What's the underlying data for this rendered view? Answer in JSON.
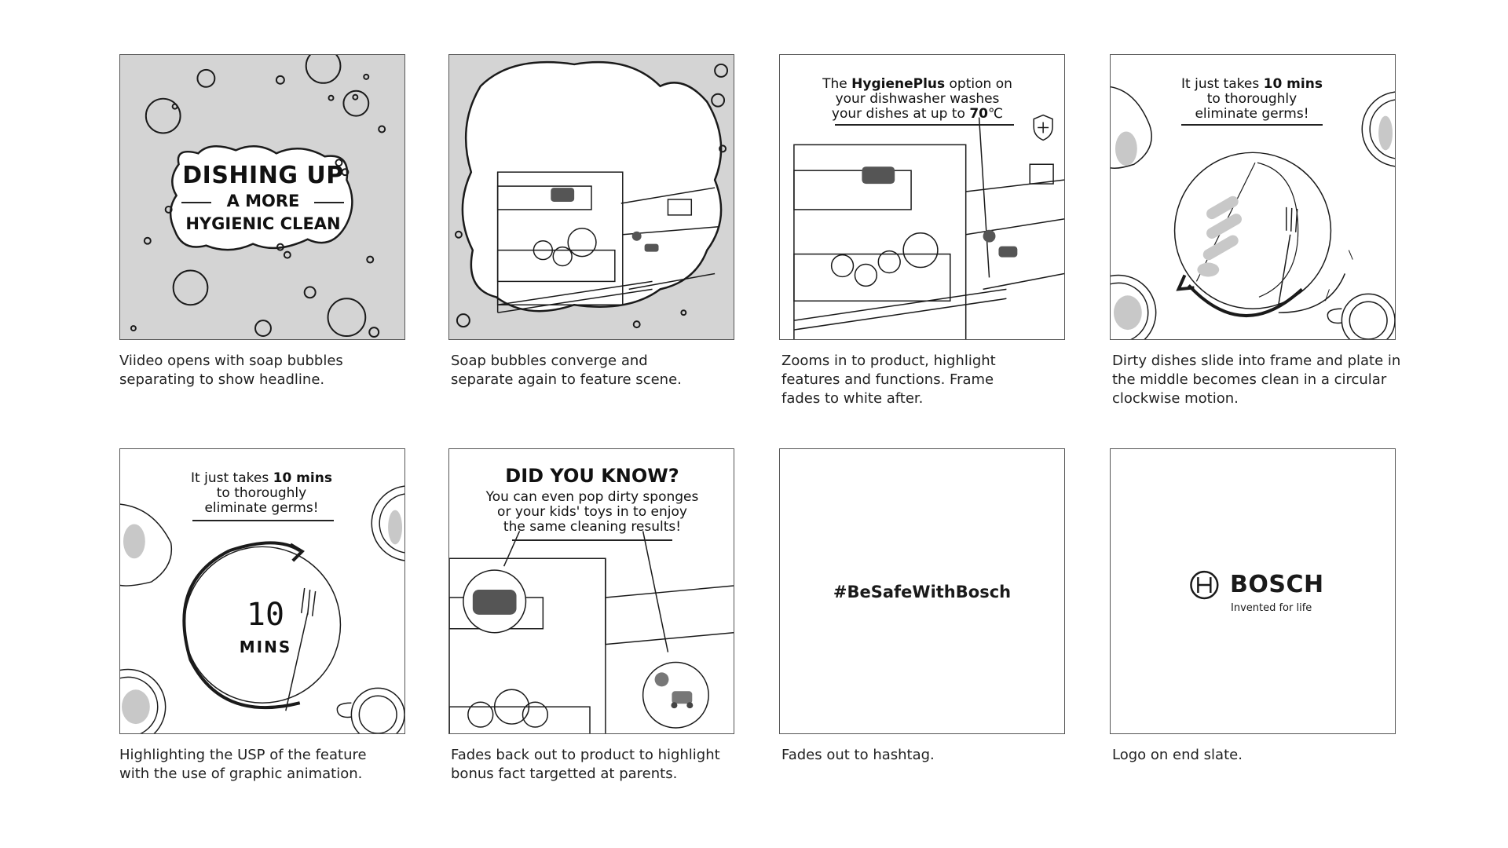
{
  "panels": [
    {
      "id": 1,
      "headline": {
        "line1": "DISHING UP",
        "line2": "A MORE",
        "line3": "HYGIENIC CLEAN"
      },
      "caption": [
        "Viideo opens with soap bubbles",
        "separating to show headline."
      ]
    },
    {
      "id": 2,
      "caption": [
        "Soap bubbles converge and",
        "separate again to feature scene."
      ]
    },
    {
      "id": 3,
      "overlay": {
        "line1_pre": "The ",
        "line1_bold": "HygienePlus",
        "line1_post": " option on",
        "line2": "your dishwasher washes",
        "line3_pre": "your dishes at up to ",
        "line3_bold": "70",
        "line3_post": "℃"
      },
      "caption": [
        "Zooms in to product, highlight",
        "features and functions. Frame",
        "fades to white after."
      ]
    },
    {
      "id": 4,
      "overlay": {
        "line1_pre": "It just takes ",
        "line1_bold": "10 mins",
        "line2": "to thoroughly",
        "line3": "eliminate germs!"
      },
      "caption": [
        "Dirty dishes slide into frame and plate in",
        "the middle becomes clean in a circular",
        "clockwise motion."
      ]
    },
    {
      "id": 5,
      "overlay": {
        "line1_pre": "It just takes ",
        "line1_bold": "10 mins",
        "line2": "to thoroughly",
        "line3": "eliminate germs!"
      },
      "plate_text": {
        "number": "10",
        "unit": "MINS"
      },
      "caption": [
        "Highlighting the USP of the feature",
        "with the use of graphic animation."
      ]
    },
    {
      "id": 6,
      "overlay": {
        "title": "DID YOU KNOW?",
        "line1": "You can even pop dirty sponges",
        "line2": "or your kids' toys in to enjoy",
        "line3": "the same cleaning results!"
      },
      "caption": [
        "Fades back out to product to highlight",
        "bonus fact targetted at parents."
      ]
    },
    {
      "id": 7,
      "hashtag": "#BeSafeWithBosch",
      "caption": [
        "Fades out to hashtag."
      ]
    },
    {
      "id": 8,
      "logo": {
        "word": "BOSCH",
        "tagline": "Invented for life"
      },
      "caption": [
        "Logo on end slate."
      ]
    }
  ],
  "colors": {
    "panel_border": "#555555",
    "bubble_bg": "#d4d4d4",
    "ink": "#1a1a1a",
    "stain": "#c8c8c8"
  }
}
